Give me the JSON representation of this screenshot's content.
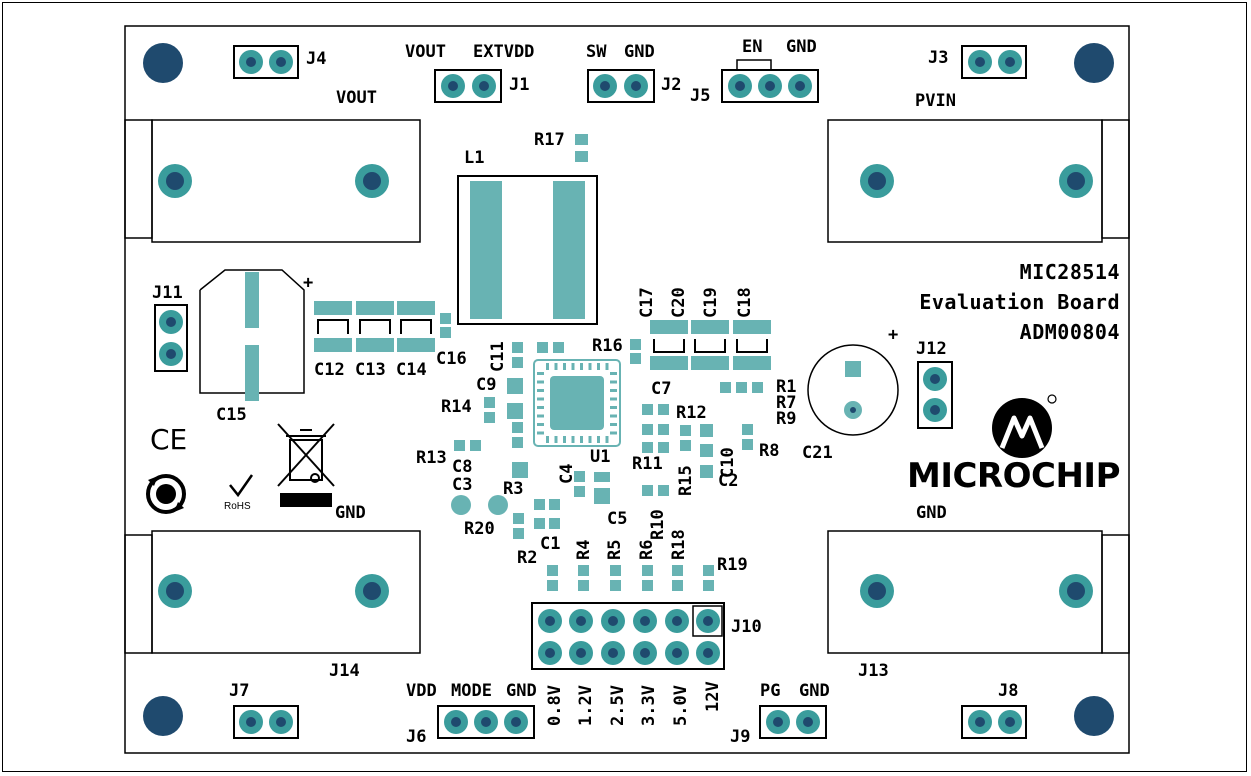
{
  "board": {
    "title_line1": "MIC28514",
    "title_line2": "Evaluation Board",
    "title_line3": "ADM00804",
    "brand": "MICROCHIP",
    "rohs": "RoHS",
    "ce_mark": "CE",
    "plus_sign": "+"
  },
  "colors": {
    "pad": "#3a9c9c",
    "hole": "#1f4a6e",
    "copper": "#68b3b3",
    "outline": "#000000"
  },
  "connectors": {
    "J4": "J4",
    "J1": "J1",
    "J2": "J2",
    "J5": "J5",
    "J3": "J3",
    "J11": "J11",
    "J12": "J12",
    "J10": "J10",
    "J14": "J14",
    "J13": "J13",
    "J7": "J7",
    "J6": "J6",
    "J9": "J9",
    "J8": "J8"
  },
  "net_labels": {
    "vout_j1": "VOUT",
    "extvdd": "EXTVDD",
    "sw": "SW",
    "gnd_j2": "GND",
    "en": "EN",
    "gnd_j5": "GND",
    "vout_term": "VOUT",
    "pvin": "PVIN",
    "gnd_left": "GND",
    "gnd_right": "GND",
    "vdd": "VDD",
    "mode": "MODE",
    "gnd_j6": "GND",
    "pg": "PG",
    "gnd_j9": "GND"
  },
  "refdes": {
    "L1": "L1",
    "R17": "R17",
    "C17": "C17",
    "C20": "C20",
    "C19": "C19",
    "C18": "C18",
    "C12": "C12",
    "C13": "C13",
    "C14": "C14",
    "C15": "C15",
    "C16": "C16",
    "C11": "C11",
    "R16": "R16",
    "C9": "C9",
    "R14": "R14",
    "C7": "C7",
    "R12": "R12",
    "R1": "R1",
    "R7": "R7",
    "R9": "R9",
    "R8": "R8",
    "C21": "C21",
    "R13": "R13",
    "C8": "C8",
    "C3": "C3",
    "C4": "C4",
    "U1": "U1",
    "R11": "R11",
    "R15": "R15",
    "C10": "C10",
    "C2": "C2",
    "R3": "R3",
    "C5": "C5",
    "R10": "R10",
    "R20": "R20",
    "C1": "C1",
    "R4": "R4",
    "R5": "R5",
    "R6": "R6",
    "R18": "R18",
    "R2": "R2",
    "R19": "R19"
  },
  "vout_select": [
    "0.8V",
    "1.2V",
    "2.5V",
    "3.3V",
    "5.0V",
    "12V"
  ]
}
